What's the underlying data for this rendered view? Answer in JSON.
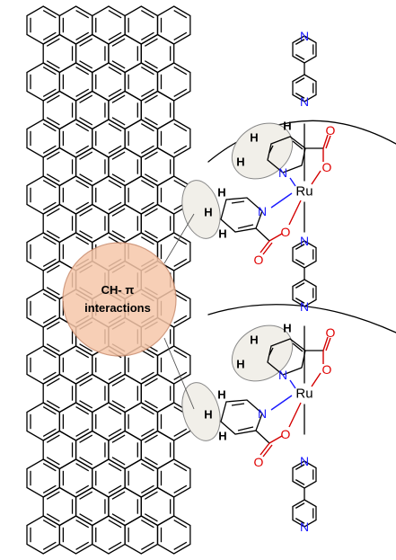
{
  "callout": {
    "line1": "CH- π",
    "line2": "interactions",
    "fill": "#f6c7aa",
    "stroke": "#c98a6a"
  },
  "atoms": {
    "hydrogen": "H",
    "nitrogen": "N",
    "oxygen": "O",
    "ruthenium": "Ru"
  },
  "colors": {
    "bond": "#000000",
    "nitrogen": "#1a1aff",
    "oxygen": "#e00000",
    "highlight_ellipse_fill": "#f1efe9"
  }
}
